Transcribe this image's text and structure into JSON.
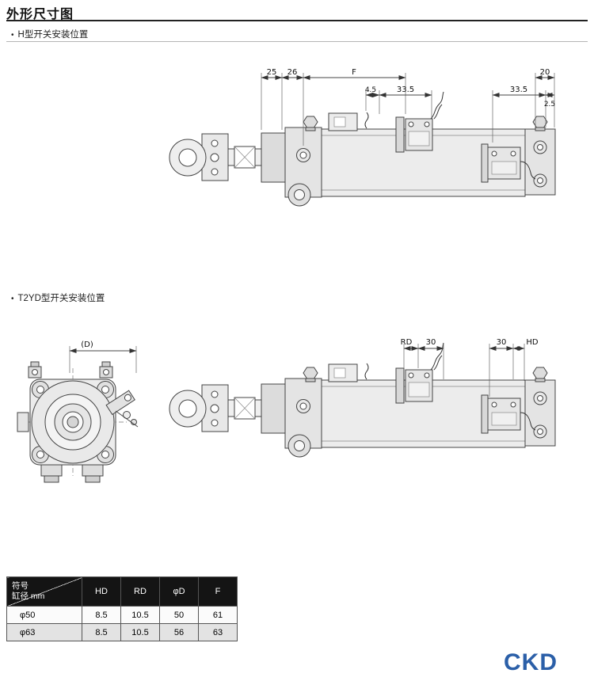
{
  "page": {
    "title": "外形尺寸图",
    "logo": "CKD",
    "logo_color": "#2b5fa8"
  },
  "sections": {
    "bullet": "•",
    "h_type": "H型开关安装位置",
    "t2yd": "T2YD型开关安装位置"
  },
  "drawing1": {
    "dims": {
      "d25": "25",
      "d26": "26",
      "dF": "F",
      "d45": "4.5",
      "d335_front": "33.5",
      "d335_rear": "33.5",
      "d20": "20",
      "d2_5": "2.5"
    }
  },
  "drawing2": {
    "dims": {
      "RD": "RD",
      "d30_front": "30",
      "d30_rear": "30",
      "HD": "HD"
    }
  },
  "end_view": {
    "dim_d": "(D)"
  },
  "table": {
    "corner": {
      "top": "符号",
      "bottom": "缸径 mm"
    },
    "headers": [
      "HD",
      "RD",
      "φD",
      "F"
    ],
    "rows": [
      {
        "bore": "φ50",
        "values": [
          "8.5",
          "10.5",
          "50",
          "61"
        ]
      },
      {
        "bore": "φ63",
        "values": [
          "8.5",
          "10.5",
          "56",
          "63"
        ]
      }
    ]
  }
}
